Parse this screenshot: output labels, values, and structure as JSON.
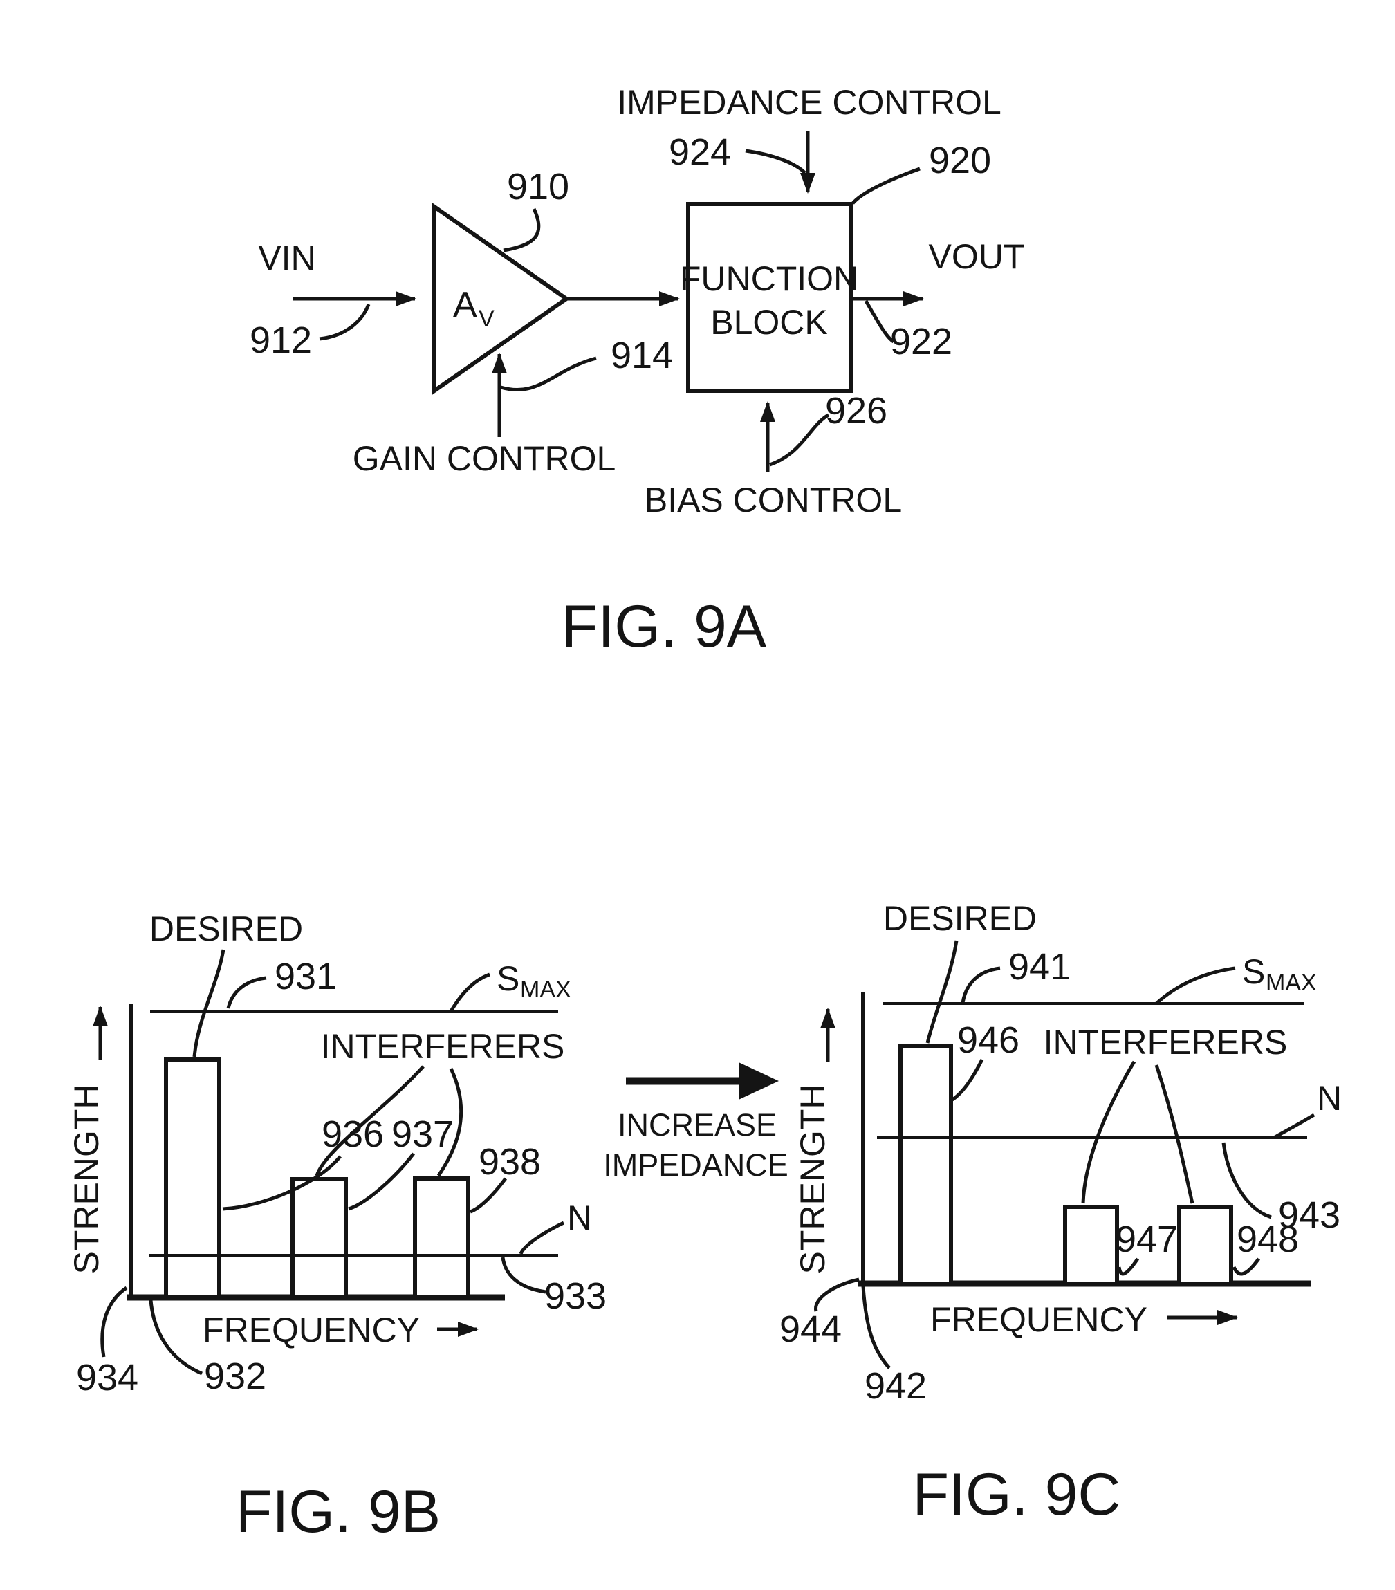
{
  "colors": {
    "ink": "#141414",
    "background": "#ffffff"
  },
  "fig9a": {
    "impedance_control": "IMPEDANCE CONTROL",
    "ref_924": "924",
    "ref_920": "920",
    "vin": "VIN",
    "ref_912": "912",
    "ref_910": "910",
    "amp_gain_main": "A",
    "amp_gain_sub": "V",
    "gain_control": "GAIN CONTROL",
    "ref_914": "914",
    "function_block_line1": "FUNCTION",
    "function_block_line2": "BLOCK",
    "vout": "VOUT",
    "ref_922": "922",
    "ref_926": "926",
    "bias_control": "BIAS CONTROL",
    "caption": "FIG. 9A"
  },
  "transition": {
    "line1": "INCREASE",
    "line2": "IMPEDANCE"
  },
  "fig9b": {
    "desired": "DESIRED",
    "ref_931": "931",
    "smax_main": "S",
    "smax_sub": "MAX",
    "interferers": "INTERFERERS",
    "ref_936": "936",
    "ref_937": "937",
    "ref_938": "938",
    "noise": "N",
    "ref_933": "933",
    "ylabel": "STRENGTH",
    "xlabel": "FREQUENCY",
    "ref_934": "934",
    "ref_932": "932",
    "caption": "FIG. 9B"
  },
  "fig9c": {
    "desired": "DESIRED",
    "ref_941": "941",
    "smax_main": "S",
    "smax_sub": "MAX",
    "interferers": "INTERFERERS",
    "ref_946": "946",
    "ref_947": "947",
    "ref_948": "948",
    "noise": "N",
    "ref_943": "943",
    "ylabel": "STRENGTH",
    "xlabel": "FREQUENCY",
    "ref_944": "944",
    "ref_942": "942",
    "caption": "FIG. 9C"
  }
}
